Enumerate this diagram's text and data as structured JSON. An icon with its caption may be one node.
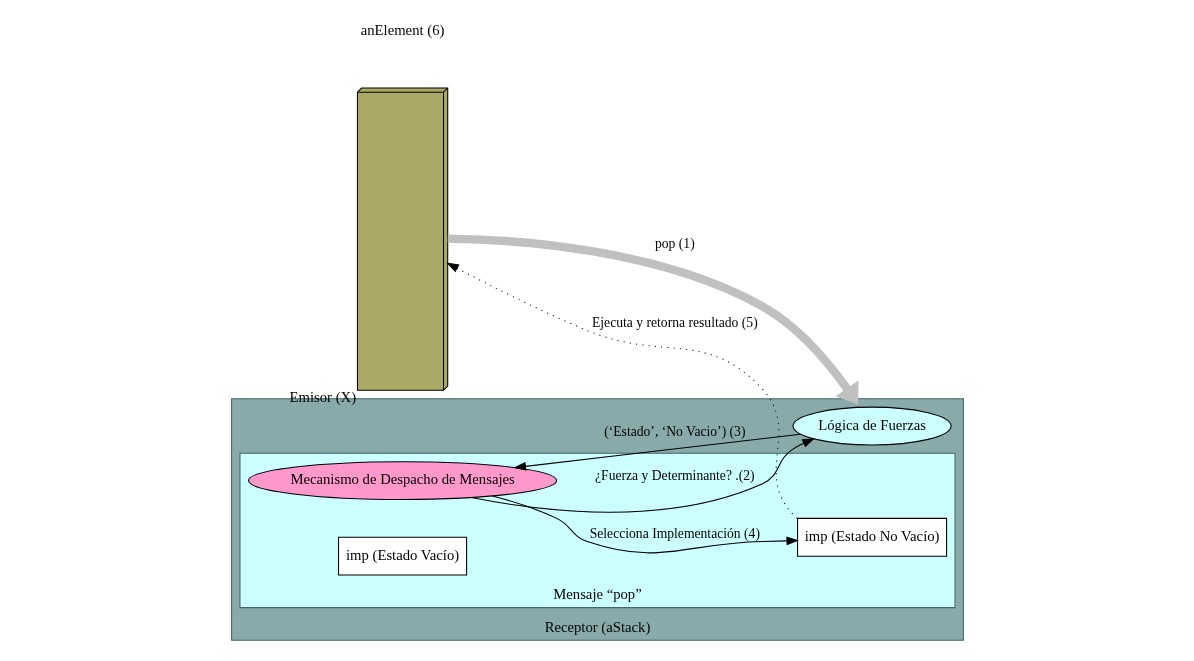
{
  "diagram": {
    "nodes": [
      {
        "text": [
          "Emisor (X)"
        ]
      },
      {
        "text": [
          "Receptor (aStack)"
        ]
      },
      {
        "text": [
          "Mensaje “pop”"
        ],
        "in": 1
      },
      {
        "text": [
          "Mecanismo de Despacho de Mensajes"
        ],
        "in": 2
      },
      {
        "text": [
          "Lógica de Fuerzas"
        ],
        "in": 1
      },
      {
        "text": [
          "imp (Estado Vacío)"
        ],
        "in": 2
      },
      {
        "text": [
          "imp (Estado No Vacío)"
        ],
        "in": 2
      }
    ],
    "edges": [
      {
        "from": 0,
        "to": 1,
        "arrow": "to",
        "label": "pop (1)",
        "style": "thick",
        "color": "#c0c0c0"
      },
      {
        "from": 3,
        "to": 4,
        "arrow": "to",
        "label": "¿Fuerza y Determinante? .(2)"
      },
      {
        "from": 4,
        "to": 3,
        "arrow": "to",
        "label": "(‘Estado’, ‘No Vacio’) (3)"
      },
      {
        "from": 3,
        "to": 6,
        "arrow": "to",
        "label": "Selecciona Implementación (4)"
      },
      {
        "from": 6,
        "to": 0,
        "arrow": "to",
        "label": "Ejecuta y retorna resultado (5)",
        "style": "dashed"
      }
    ],
    "labels": [
      "anElement (6)"
    ]
  }
}
